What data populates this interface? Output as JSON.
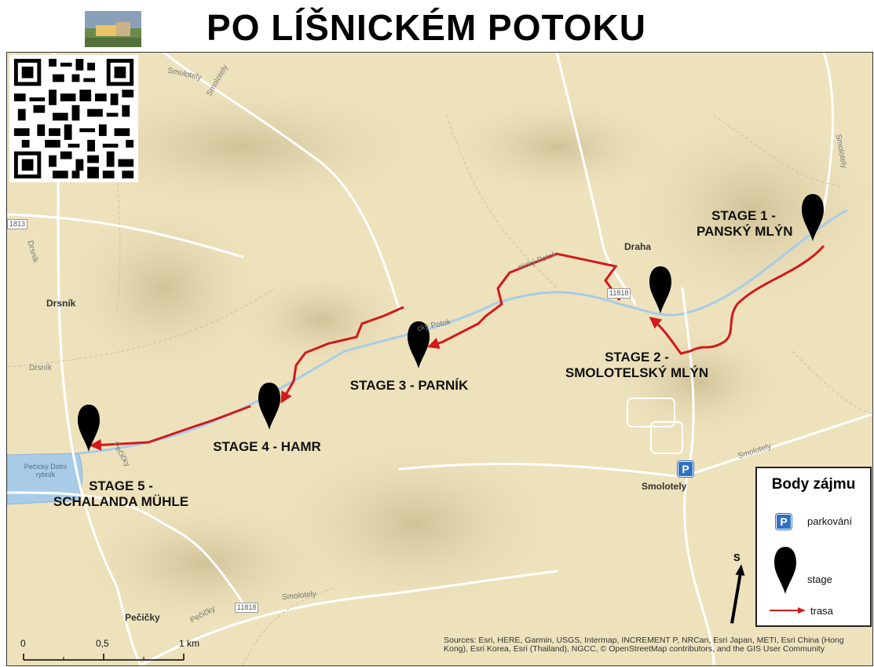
{
  "title": "PO LÍŠNICKÉM POTOKU",
  "stages": [
    {
      "id": "stage-1",
      "line1": "STAGE 1 -",
      "line2": "PANSKÝ MLÝN"
    },
    {
      "id": "stage-2",
      "line1": "STAGE 2 -",
      "line2": "SMOLOTELSKÝ MLÝN"
    },
    {
      "id": "stage-3",
      "line1": "STAGE 3 - PARNÍK",
      "line2": ""
    },
    {
      "id": "stage-4",
      "line1": "STAGE 4 - HAMR",
      "line2": ""
    },
    {
      "id": "stage-5",
      "line1": "STAGE 5 -",
      "line2": "SCHALANDA MÜHLE"
    }
  ],
  "places": {
    "draha": "Draha",
    "drsnik": "Drsník",
    "smolotely": "Smolotely",
    "pecicky": "Pečičky",
    "pond": "Pečický Dolní rybník"
  },
  "roads": {
    "smolotely_a": "Smolotely",
    "smolotely_b": "Smolotely",
    "smolotely_c": "Smolotely",
    "smolotely_d": "Smolotely",
    "smolotely_e": "Smolotely",
    "drsnik_a": "Drsník",
    "drsnik_b": "Drsník",
    "pecicky_a": "Pečičky",
    "pecicky_b": "Pečičky",
    "potok_a": "cký Potok",
    "potok_b": "nický Potok",
    "r1813": "1813",
    "r11818a": "11818",
    "r11818b": "11818"
  },
  "legend": {
    "title": "Body zájmu",
    "parking": "parkování",
    "stage": "stage",
    "route": "trasa",
    "parking_glyph": "P"
  },
  "north_label": "S",
  "scale": {
    "t0": "0",
    "t1": "0,5",
    "t2": "1 km"
  },
  "attribution": "Sources: Esri, HERE, Garmin, USGS, Intermap, INCREMENT P, NRCan, Esri Japan, METI, Esri China (Hong Kong), Esri Korea, Esri (Thailand), NGCC, © OpenStreetMap contributors, and the GIS User Community",
  "colors": {
    "route": "#d11a1a",
    "terrain": "#eee2bd",
    "water": "#a8cce8",
    "parking": "#2f6fc6"
  }
}
